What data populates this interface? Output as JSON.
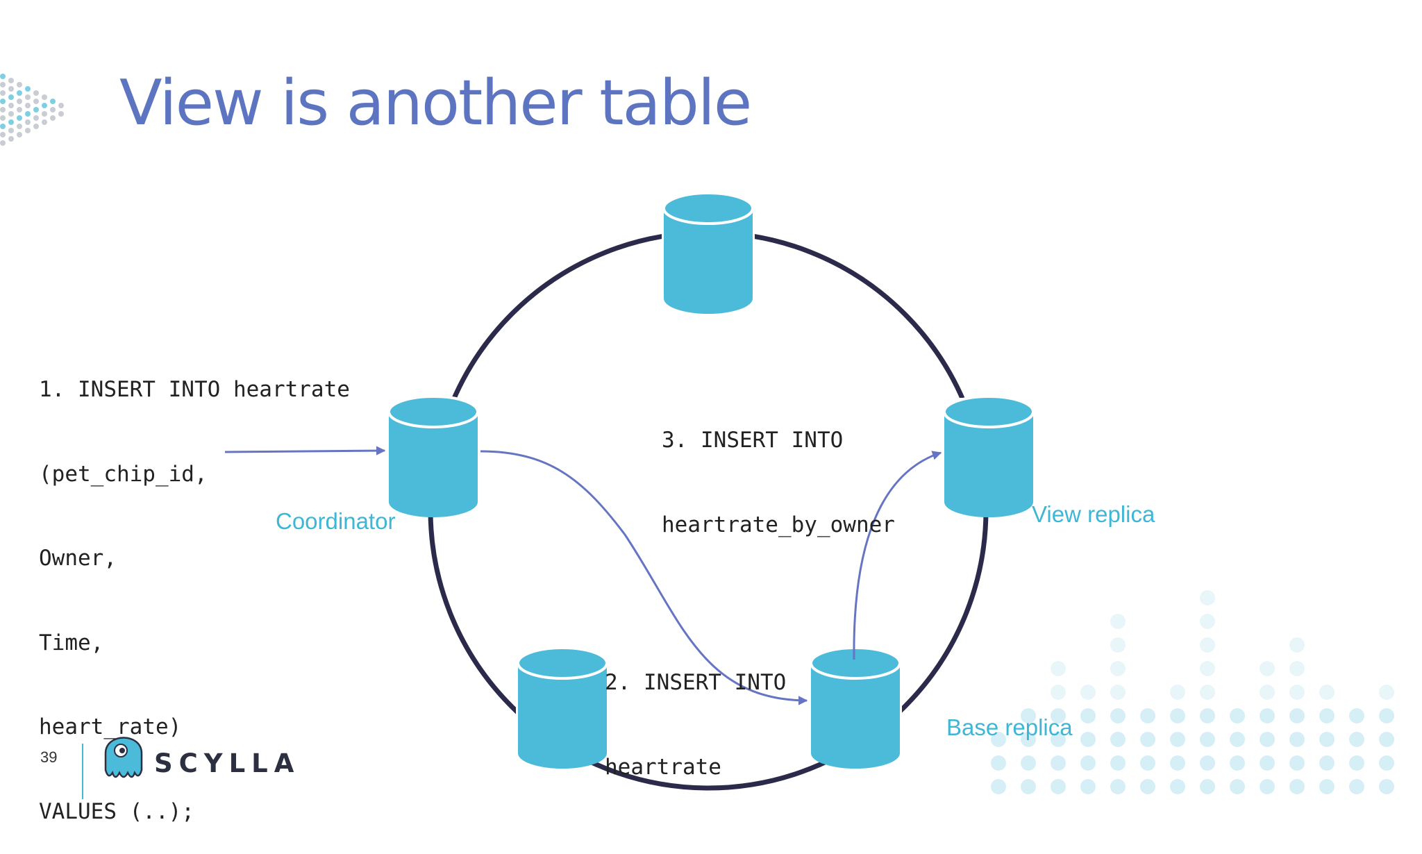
{
  "slide": {
    "title": "View is another table",
    "page_number": "39",
    "brand_name": "SCYLLA",
    "colors": {
      "title": "#5d75c1",
      "node": "#4cbad9",
      "ring": "#2b2a4a",
      "arrow": "#6575c3",
      "label": "#3fb6d6"
    }
  },
  "diagram": {
    "statements": {
      "step1": [
        "1. INSERT INTO heartrate",
        "(pet_chip_id,",
        "Owner,",
        "Time,",
        "heart_rate)",
        "VALUES (..);"
      ],
      "step2": [
        "2. INSERT INTO",
        "heartrate"
      ],
      "step3": [
        "3. INSERT INTO",
        "heartrate_by_owner"
      ]
    },
    "node_labels": {
      "coordinator": "Coordinator",
      "view_replica": "View replica",
      "base_replica": "Base replica"
    }
  }
}
